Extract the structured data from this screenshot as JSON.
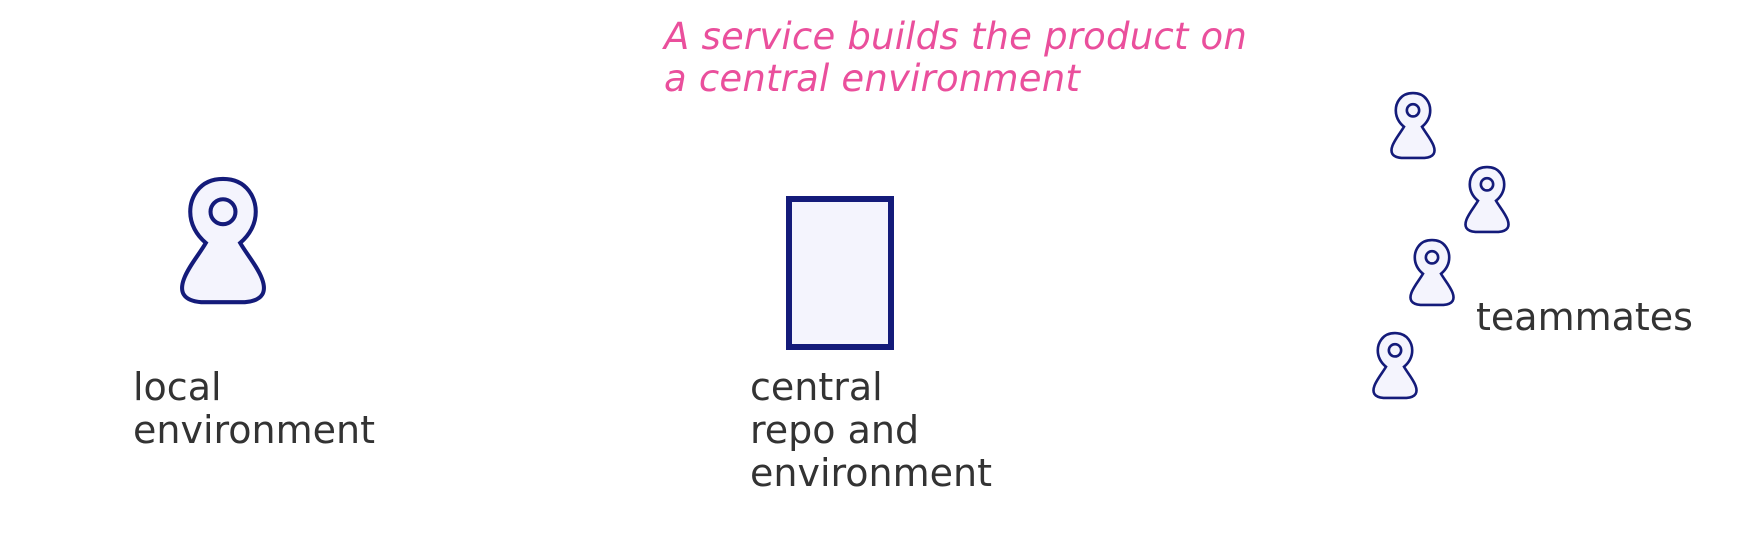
{
  "caption": {
    "line1": "A service builds the product on",
    "line2": "a central environment"
  },
  "local": {
    "line1": "local",
    "line2": "environment"
  },
  "central": {
    "line1": "central",
    "line2": "repo and",
    "line3": "environment"
  },
  "team": {
    "label": "teammates"
  },
  "colors": {
    "caption": "#ea4f9c",
    "stroke": "#141b7a",
    "fill": "#f4f4fd",
    "text": "#333333"
  },
  "icons": [
    "person-icon",
    "repository-icon"
  ]
}
